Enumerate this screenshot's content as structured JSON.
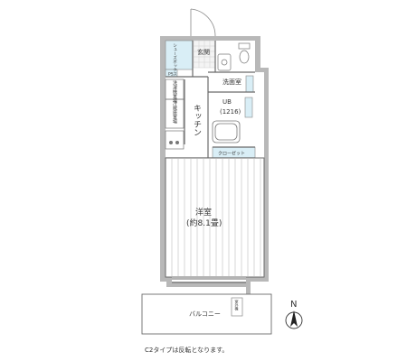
{
  "rooms": {
    "entrance": "玄関",
    "shoe_closet": "シューズボックス",
    "ps": "PS",
    "washroom": "洗面室",
    "laundry_space": "洗濯機置場",
    "fridge_space": "冷蔵庫置場",
    "kitchen": "キッチン",
    "unit_bath_name": "UB",
    "unit_bath_size": "(1216)",
    "closet": "クローゼット",
    "western_room_name": "洋室",
    "western_room_size": "(約8.1畳)",
    "balcony": "バルコニー",
    "outdoor_unit": "室外機"
  },
  "compass": {
    "label": "N"
  },
  "footnote": "C2タイプは反転となります。",
  "colors": {
    "wall": "#b8b8b8",
    "floor_lines": "#bcbcbc",
    "storage_fill": "#d9eef6",
    "line": "#6a6a6a"
  }
}
